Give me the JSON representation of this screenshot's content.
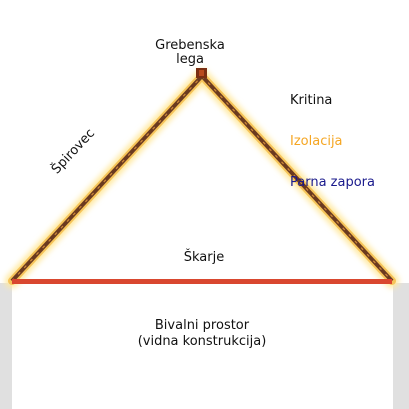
{
  "labels": {
    "ridge_line1": "Grebenska",
    "ridge_line2": "lega",
    "rafter": "Špirovec",
    "roofing": "Kritina",
    "insulation": "Izolacija",
    "vapor_barrier": "Parna zapora",
    "tie_beam": "Škarje",
    "living_line1": "Bivalni prostor",
    "living_line2": "(vidna konstrukcija)"
  },
  "colors": {
    "wall": "#e0e0e0",
    "insulation": "#f5a623",
    "insulation_glow": "#ffe9a0",
    "vapor_barrier": "#1a1a8c",
    "rafter": "#6b3a1f",
    "tie_beam": "#d9472f",
    "text": "#111111"
  }
}
